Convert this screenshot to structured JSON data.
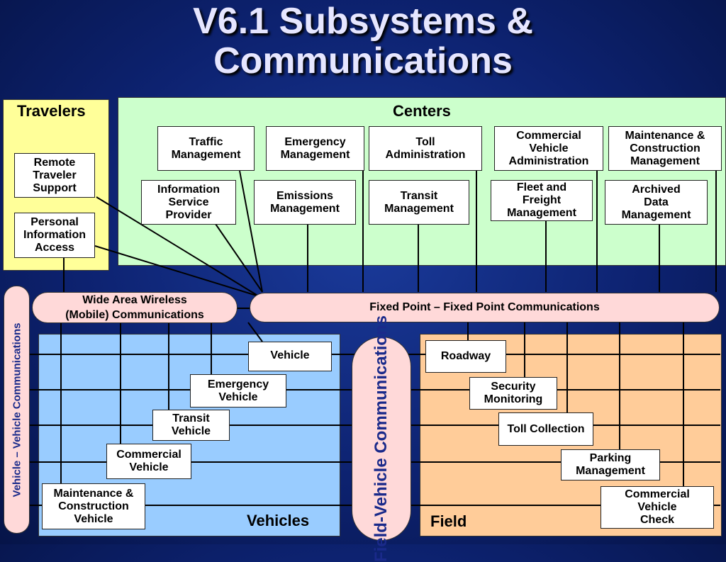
{
  "title": "V6.1 Subsystems &\nCommunications",
  "regions": {
    "travelers": "Travelers",
    "centers": "Centers",
    "vehicles": "Vehicles",
    "field": "Field"
  },
  "travelers_boxes": [
    "Remote\nTraveler\nSupport",
    "Personal\nInformation\nAccess"
  ],
  "centers_row1": [
    "Traffic\nManagement",
    "Emergency\nManagement",
    "Toll\nAdministration",
    "Commercial\nVehicle\nAdministration",
    "Maintenance &\nConstruction\nManagement"
  ],
  "centers_row2": [
    "Information\nService\nProvider",
    "Emissions\nManagement",
    "Transit\nManagement",
    "Fleet and\nFreight\nManagement",
    "Archived\nData\nManagement"
  ],
  "comms": {
    "wide_area": "Wide Area Wireless\n(Mobile)  Communications",
    "fixed_point": "Fixed Point – Fixed Point Communications",
    "vehicle_vehicle": "Vehicle – Vehicle Communications",
    "field_vehicle": "Field-Vehicle\nCommunications"
  },
  "vehicles": [
    "Vehicle",
    "Emergency\nVehicle",
    "Transit\nVehicle",
    "Commercial\nVehicle",
    "Maintenance &\nConstruction\nVehicle"
  ],
  "field": [
    "Roadway",
    "Security\nMonitoring",
    "Toll Collection",
    "Parking\nManagement",
    "Commercial\nVehicle\nCheck"
  ],
  "colors": {
    "travelers_bg": "#ffff99",
    "centers_bg": "#ccffcc",
    "vehicles_bg": "#99ccff",
    "field_bg": "#ffcc99",
    "comm_bg": "#ffd9d9"
  }
}
